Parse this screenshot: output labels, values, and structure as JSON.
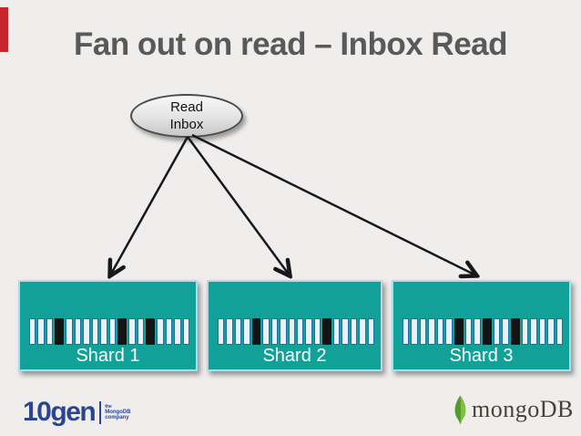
{
  "slide": {
    "title": "Fan out on read – Inbox Read"
  },
  "diagram": {
    "root_node": {
      "line1": "Read",
      "line2": "Inbox"
    },
    "shards": [
      {
        "label": "Shard 1",
        "cells": 18,
        "dark_cells": [
          3,
          10,
          13
        ]
      },
      {
        "label": "Shard 2",
        "cells": 18,
        "dark_cells": [
          4,
          12
        ]
      },
      {
        "label": "Shard 3",
        "cells": 18,
        "dark_cells": [
          6,
          9,
          12
        ]
      }
    ]
  },
  "footer": {
    "tengen": {
      "wordmark": "10gen",
      "tagline_the": "the",
      "tagline_mongodb": "MongoDB",
      "tagline_company": "company"
    },
    "mongodb": {
      "wordmark": "mongoDB"
    }
  },
  "colors": {
    "shard_box": "#11A199",
    "cell_light": "#E9F2F9",
    "cell_dark": "#141414",
    "ribbon_red": "#C8242C",
    "tengen_blue": "#2A4690",
    "leaf_green_light": "#7FBF44",
    "leaf_green_dark": "#55982F",
    "title_gray": "#595959"
  }
}
